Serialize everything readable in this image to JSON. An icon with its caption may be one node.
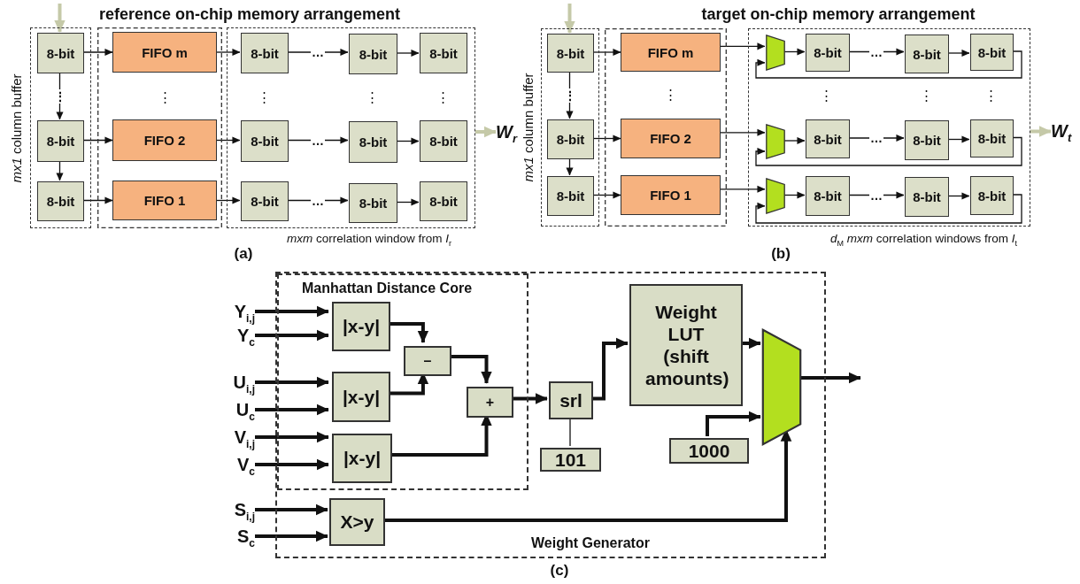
{
  "diagram": {
    "nodes": [
      {
        "text": [
          "*mx1* column buffer"
        ]
      },
      {
        "text": [
          "8-bit"
        ],
        "in": 0
      },
      {
        "text": [
          "8-bit"
        ],
        "in": 0
      },
      {
        "text": [
          "8-bit"
        ],
        "in": 0
      },
      {
        "text": [],
        "shape": "box"
      },
      {
        "text": [
          "FIFO m"
        ],
        "in": 4
      },
      {
        "text": [
          "FIFO 2"
        ],
        "in": 4
      },
      {
        "text": [
          "FIFO 1"
        ],
        "in": 4
      },
      {
        "text": [
          "*mxm* correlation window from *I*$_{r}$"
        ]
      },
      {
        "text": [
          "8-bit"
        ],
        "in": 8
      },
      {
        "text": [
          "8-bit"
        ],
        "in": 8
      },
      {
        "text": [
          "8-bit"
        ],
        "in": 8
      },
      {
        "text": [
          "8-bit"
        ],
        "in": 8
      },
      {
        "text": [
          "8-bit"
        ],
        "in": 8
      },
      {
        "text": [
          "8-bit"
        ],
        "in": 8
      },
      {
        "text": [
          "8-bit"
        ],
        "in": 8
      },
      {
        "text": [
          "8-bit"
        ],
        "in": 8
      },
      {
        "text": [
          "8-bit"
        ],
        "in": 8
      },
      {
        "text": [
          "W$_{r}$"
        ]
      },
      {
        "text": [
          "*mx1* column buffer"
        ]
      },
      {
        "text": [
          "8-bit"
        ],
        "in": 19
      },
      {
        "text": [
          "8-bit"
        ],
        "in": 19
      },
      {
        "text": [
          "8-bit"
        ],
        "in": 19
      },
      {
        "text": [],
        "shape": "box"
      },
      {
        "text": [
          "FIFO m"
        ],
        "in": 23
      },
      {
        "text": [
          "FIFO 2"
        ],
        "in": 23
      },
      {
        "text": [
          "FIFO 1"
        ],
        "in": 23
      },
      {
        "text": [
          "*d*$_{M}$ *mxm* correlation windows from *I*$_{t}$"
        ]
      },
      {
        "text": [],
        "shape": "trapezoid",
        "in": 27
      },
      {
        "text": [
          "8-bit"
        ],
        "in": 27
      },
      {
        "text": [
          "8-bit"
        ],
        "in": 27
      },
      {
        "text": [
          "8-bit"
        ],
        "in": 27
      },
      {
        "text": [],
        "shape": "trapezoid",
        "in": 27
      },
      {
        "text": [
          "8-bit"
        ],
        "in": 27
      },
      {
        "text": [
          "8-bit"
        ],
        "in": 27
      },
      {
        "text": [
          "8-bit"
        ],
        "in": 27
      },
      {
        "text": [],
        "shape": "trapezoid",
        "in": 27
      },
      {
        "text": [
          "8-bit"
        ],
        "in": 27
      },
      {
        "text": [
          "8-bit"
        ],
        "in": 27
      },
      {
        "text": [
          "8-bit"
        ],
        "in": 27
      },
      {
        "text": [
          "W$_{t}$"
        ]
      },
      {
        "text": [
          "Weight Generator"
        ]
      },
      {
        "text": [
          "Manhattan Distance Core"
        ],
        "in": 41
      },
      {
        "text": [
          "|x-y|"
        ],
        "in": 42
      },
      {
        "text": [
          "|x-y|"
        ],
        "in": 42
      },
      {
        "text": [
          "|x-y|"
        ],
        "in": 42
      },
      {
        "text": [
          "–"
        ],
        "in": 42
      },
      {
        "text": [
          "+"
        ],
        "in": 42
      },
      {
        "text": [
          "srl"
        ],
        "in": 41
      },
      {
        "text": [
          "101"
        ],
        "in": 41
      },
      {
        "text": [
          "Weight LUT (shift amounts)"
        ],
        "in": 41
      },
      {
        "text": [],
        "shape": "trapezoid",
        "in": 41
      },
      {
        "text": [
          "1000"
        ],
        "in": 41
      },
      {
        "text": [
          "X>y"
        ],
        "in": 41
      },
      {
        "text": [
          "Y$_{i,j}$"
        ]
      },
      {
        "text": [
          "Y$_{c}$"
        ]
      },
      {
        "text": [
          "U$_{i,j}$"
        ]
      },
      {
        "text": [
          "U$_{c}$"
        ]
      },
      {
        "text": [
          "V$_{i,j}$"
        ]
      },
      {
        "text": [
          "V$_{c}$"
        ]
      },
      {
        "text": [
          "S$_{i,j}$"
        ]
      },
      {
        "text": [
          "S$_{c}$"
        ]
      }
    ],
    "edges": [
      {
        "from": null,
        "to": 1,
        "arrow": "to",
        "style": "thick",
        "color": "#c5c9a8"
      },
      {
        "from": 1,
        "to": 2,
        "arrow": "to",
        "label": "⋮"
      },
      {
        "from": 2,
        "to": 3,
        "arrow": "to"
      },
      {
        "from": 1,
        "to": 5,
        "arrow": "to"
      },
      {
        "from": 2,
        "to": 6,
        "arrow": "to"
      },
      {
        "from": 3,
        "to": 7,
        "arrow": "to"
      },
      {
        "from": 5,
        "to": 9,
        "arrow": "to"
      },
      {
        "from": 6,
        "to": 12,
        "arrow": "to"
      },
      {
        "from": 7,
        "to": 15,
        "arrow": "to"
      },
      {
        "from": 9,
        "to": 10,
        "arrow": "to",
        "label": "…"
      },
      {
        "from": 12,
        "to": 13,
        "arrow": "to",
        "label": "…"
      },
      {
        "from": 15,
        "to": 16,
        "arrow": "to",
        "label": "…"
      },
      {
        "from": 10,
        "to": 11,
        "arrow": "to"
      },
      {
        "from": 13,
        "to": 14,
        "arrow": "to"
      },
      {
        "from": 16,
        "to": 17,
        "arrow": "to"
      },
      {
        "from": 8,
        "to": 18,
        "arrow": "to",
        "style": "thick",
        "color": "#c5c9a8"
      },
      {
        "from": null,
        "to": 20,
        "arrow": "to",
        "style": "thick",
        "color": "#c5c9a8"
      },
      {
        "from": 20,
        "to": 21,
        "arrow": "to",
        "label": "⋮"
      },
      {
        "from": 21,
        "to": 22,
        "arrow": "to"
      },
      {
        "from": 20,
        "to": 24,
        "arrow": "to"
      },
      {
        "from": 21,
        "to": 25,
        "arrow": "to"
      },
      {
        "from": 22,
        "to": 26,
        "arrow": "to"
      },
      {
        "from": 24,
        "to": 28,
        "arrow": "to"
      },
      {
        "from": 25,
        "to": 32,
        "arrow": "to"
      },
      {
        "from": 26,
        "to": 36,
        "arrow": "to"
      },
      {
        "from": 28,
        "to": 29,
        "arrow": "to"
      },
      {
        "from": 32,
        "to": 33,
        "arrow": "to"
      },
      {
        "from": 36,
        "to": 37,
        "arrow": "to"
      },
      {
        "from": 29,
        "to": 30,
        "arrow": "to",
        "label": "…"
      },
      {
        "from": 33,
        "to": 34,
        "arrow": "to",
        "label": "…"
      },
      {
        "from": 37,
        "to": 38,
        "arrow": "to",
        "label": "…"
      },
      {
        "from": 30,
        "to": 31,
        "arrow": "to"
      },
      {
        "from": 34,
        "to": 35,
        "arrow": "to"
      },
      {
        "from": 38,
        "to": 39,
        "arrow": "to"
      },
      {
        "from": 31,
        "to": 28,
        "arrow": "to"
      },
      {
        "from": 35,
        "to": 32,
        "arrow": "to"
      },
      {
        "from": 39,
        "to": 36,
        "arrow": "to"
      },
      {
        "from": 27,
        "to": 40,
        "arrow": "to",
        "style": "thick",
        "color": "#c5c9a8"
      },
      {
        "from": 54,
        "to": 43,
        "arrow": "to",
        "style": "thick"
      },
      {
        "from": 55,
        "to": 43,
        "arrow": "to",
        "style": "thick"
      },
      {
        "from": 56,
        "to": 44,
        "arrow": "to",
        "style": "thick"
      },
      {
        "from": 57,
        "to": 44,
        "arrow": "to",
        "style": "thick"
      },
      {
        "from": 58,
        "to": 45,
        "arrow": "to",
        "style": "thick"
      },
      {
        "from": 59,
        "to": 45,
        "arrow": "to",
        "style": "thick"
      },
      {
        "from": 60,
        "to": 53,
        "arrow": "to",
        "style": "thick"
      },
      {
        "from": 61,
        "to": 53,
        "arrow": "to",
        "style": "thick"
      },
      {
        "from": 43,
        "to": 46,
        "arrow": "to",
        "style": "thick"
      },
      {
        "from": 44,
        "to": 46,
        "arrow": "to",
        "style": "thick"
      },
      {
        "from": 46,
        "to": 47,
        "arrow": "to",
        "style": "thick"
      },
      {
        "from": 45,
        "to": 47,
        "arrow": "to",
        "style": "thick"
      },
      {
        "from": 47,
        "to": 48,
        "arrow": "to",
        "style": "thick"
      },
      {
        "from": 48,
        "to": 50,
        "arrow": "to",
        "style": "thick"
      },
      {
        "from": 48,
        "to": 49,
        "arrow": "none"
      },
      {
        "from": 50,
        "to": 51,
        "arrow": "to",
        "style": "thick"
      },
      {
        "from": 52,
        "to": 51,
        "arrow": "to",
        "style": "thick"
      },
      {
        "from": 53,
        "to": 51,
        "arrow": "to",
        "style": "thick"
      },
      {
        "from": 51,
        "to": null,
        "arrow": "to",
        "style": "thick"
      }
    ],
    "labels": [
      "reference on-chip memory arrangement",
      "target on-chip memory arrangement",
      "⋮",
      "⋮",
      "⋮",
      "⋮",
      "⋮",
      "⋮",
      "⋮",
      "⋮",
      "(a)",
      "(b)",
      "(c)"
    ]
  }
}
